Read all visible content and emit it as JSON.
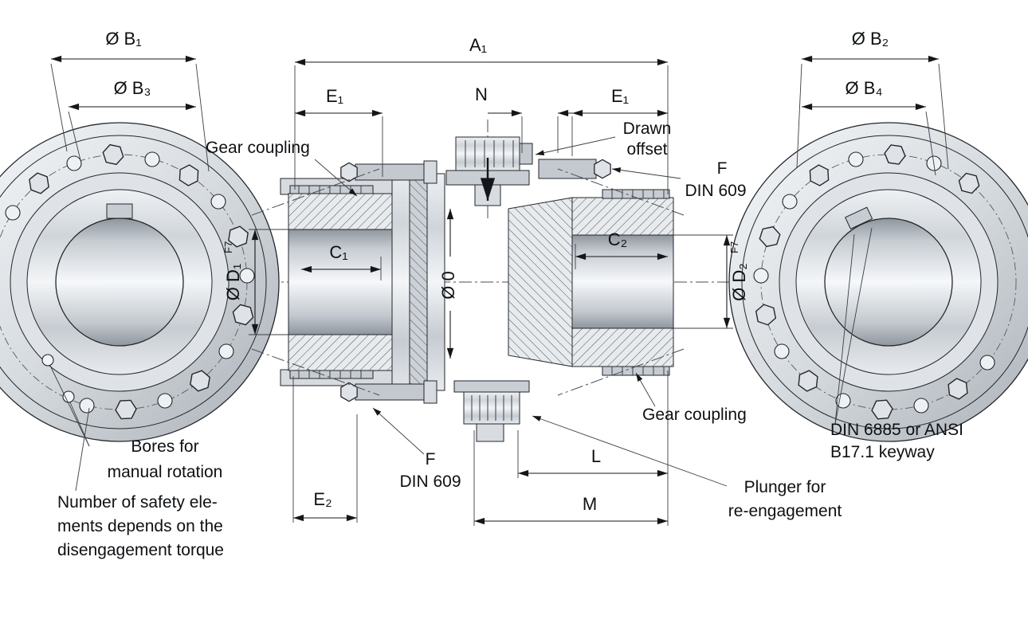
{
  "drawing": {
    "dims": {
      "b1": "Ø B₁",
      "b3": "Ø B₃",
      "b2": "Ø B₂",
      "b4": "Ø B₄",
      "a1": "A₁",
      "e1_left": "E₁",
      "e1_right": "E₁",
      "n": "N",
      "c1": "C₁",
      "c2": "C₂",
      "d1": "Ø D₁",
      "d1_tol": "F7",
      "d2": "Ø D₂",
      "d2_tol": "F7",
      "o": "Ø 0",
      "e2": "E₂",
      "l": "L",
      "m": "M"
    },
    "notes": {
      "gear_coupling_top": "Gear coupling",
      "gear_coupling_bottom": "Gear coupling",
      "drawn_offset_line1": "Drawn",
      "drawn_offset_line2": "offset",
      "f_top": "F",
      "f_top_std": "DIN 609",
      "f_bottom": "F",
      "f_bottom_std": "DIN 609",
      "bores_line1": "Bores for",
      "bores_line2": "manual rotation",
      "safety_line1": "Number of safety ele-",
      "safety_line2": "ments depends on the",
      "safety_line3": "disengagement torque",
      "keyway_line1": "DIN 6885 or ANSI",
      "keyway_line2": "B17.1 keyway",
      "plunger_line1": "Plunger for",
      "plunger_line2": "re-engagement"
    }
  }
}
